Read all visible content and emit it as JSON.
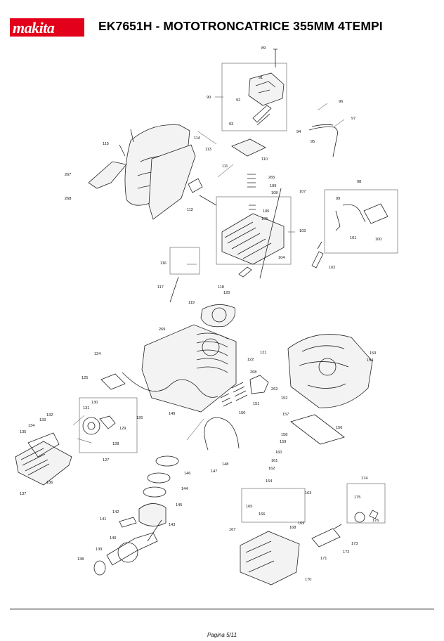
{
  "header": {
    "brand": "makita",
    "brand_color": "#e2001a",
    "title": "EK7651H - MOTOTRONCATRICE 355MM 4TEMPI"
  },
  "footer": {
    "page_label": "Pagina 5/11"
  },
  "parts": [
    "89",
    "91",
    "90",
    "92",
    "93",
    "96",
    "97",
    "94",
    "95",
    "110",
    "115",
    "114",
    "113",
    "267",
    "268",
    "111",
    "265",
    "109",
    "108",
    "107",
    "106",
    "105",
    "112",
    "103",
    "98",
    "99",
    "101",
    "100",
    "102",
    "104",
    "116",
    "118",
    "120",
    "117",
    "119",
    "269",
    "124",
    "121",
    "122",
    "268",
    "125",
    "262",
    "151",
    "150",
    "149",
    "126",
    "130",
    "131",
    "129",
    "128",
    "127",
    "132",
    "133",
    "134",
    "135",
    "136",
    "137",
    "153",
    "154",
    "152",
    "156",
    "157",
    "158",
    "159",
    "160",
    "161",
    "162",
    "163",
    "164",
    "165",
    "166",
    "146",
    "147",
    "148",
    "144",
    "145",
    "142",
    "143",
    "141",
    "140",
    "139",
    "138",
    "167",
    "168",
    "169",
    "170",
    "171",
    "172",
    "173",
    "174",
    "175",
    "176"
  ]
}
